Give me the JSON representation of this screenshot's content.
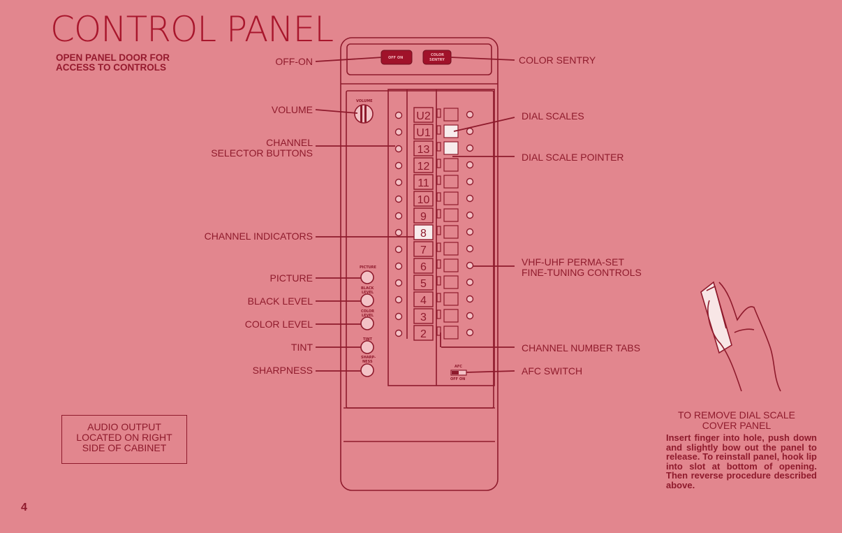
{
  "page": {
    "title": "CONTROL PANEL",
    "subtitle_line1": "OPEN PANEL DOOR FOR",
    "subtitle_line2": "ACCESS TO CONTROLS",
    "page_number": "4",
    "colors": {
      "background": "#e2868e",
      "ink": "#8e1a2c",
      "button_fill": "#a0122a"
    }
  },
  "left_labels": {
    "off_on": "OFF-ON",
    "volume": "VOLUME",
    "channel_selector_1": "CHANNEL",
    "channel_selector_2": "SELECTOR BUTTONS",
    "channel_indicators": "CHANNEL INDICATORS",
    "picture": "PICTURE",
    "black_level": "BLACK LEVEL",
    "color_level": "COLOR LEVEL",
    "tint": "TINT",
    "sharpness": "SHARPNESS"
  },
  "right_labels": {
    "color_sentry": "COLOR SENTRY",
    "dial_scales": "DIAL SCALES",
    "dial_scale_pointer": "DIAL SCALE POINTER",
    "vhf_uhf_1": "VHF-UHF PERMA-SET",
    "vhf_uhf_2": "FINE-TUNING CONTROLS",
    "channel_number_tabs": "CHANNEL NUMBER TABS",
    "afc_switch": "AFC SWITCH"
  },
  "panel": {
    "off_on_button": "OFF  ON",
    "color_sentry_button_1": "COLOR",
    "color_sentry_button_2": "SENTRY",
    "volume_knob": "VOLUME",
    "knob_picture": "PICTURE",
    "knob_black_1": "BLACK",
    "knob_black_2": "LEVEL",
    "knob_color_1": "COLOR",
    "knob_color_2": "LEVEL",
    "knob_tint": "TINT",
    "knob_sharp_1": "SHARP-",
    "knob_sharp_2": "NESS",
    "afc_label": "AFC",
    "afc_off_on": "OFF ON",
    "channels": [
      "U2",
      "U1",
      "13",
      "12",
      "11",
      "10",
      "9",
      "8",
      "7",
      "6",
      "5",
      "4",
      "3",
      "2"
    ],
    "lit_channel": "8"
  },
  "audio_box": {
    "line1": "AUDIO OUTPUT",
    "line2": "LOCATED ON RIGHT",
    "line3": "SIDE OF CABINET"
  },
  "note": {
    "title_line1": "TO REMOVE DIAL SCALE",
    "title_line2": "COVER PANEL",
    "body": "Insert finger into hole, push down and slightly bow out the panel to release. To reinstall panel, hook lip into slot at bottom of opening. Then reverse procedure described above."
  }
}
